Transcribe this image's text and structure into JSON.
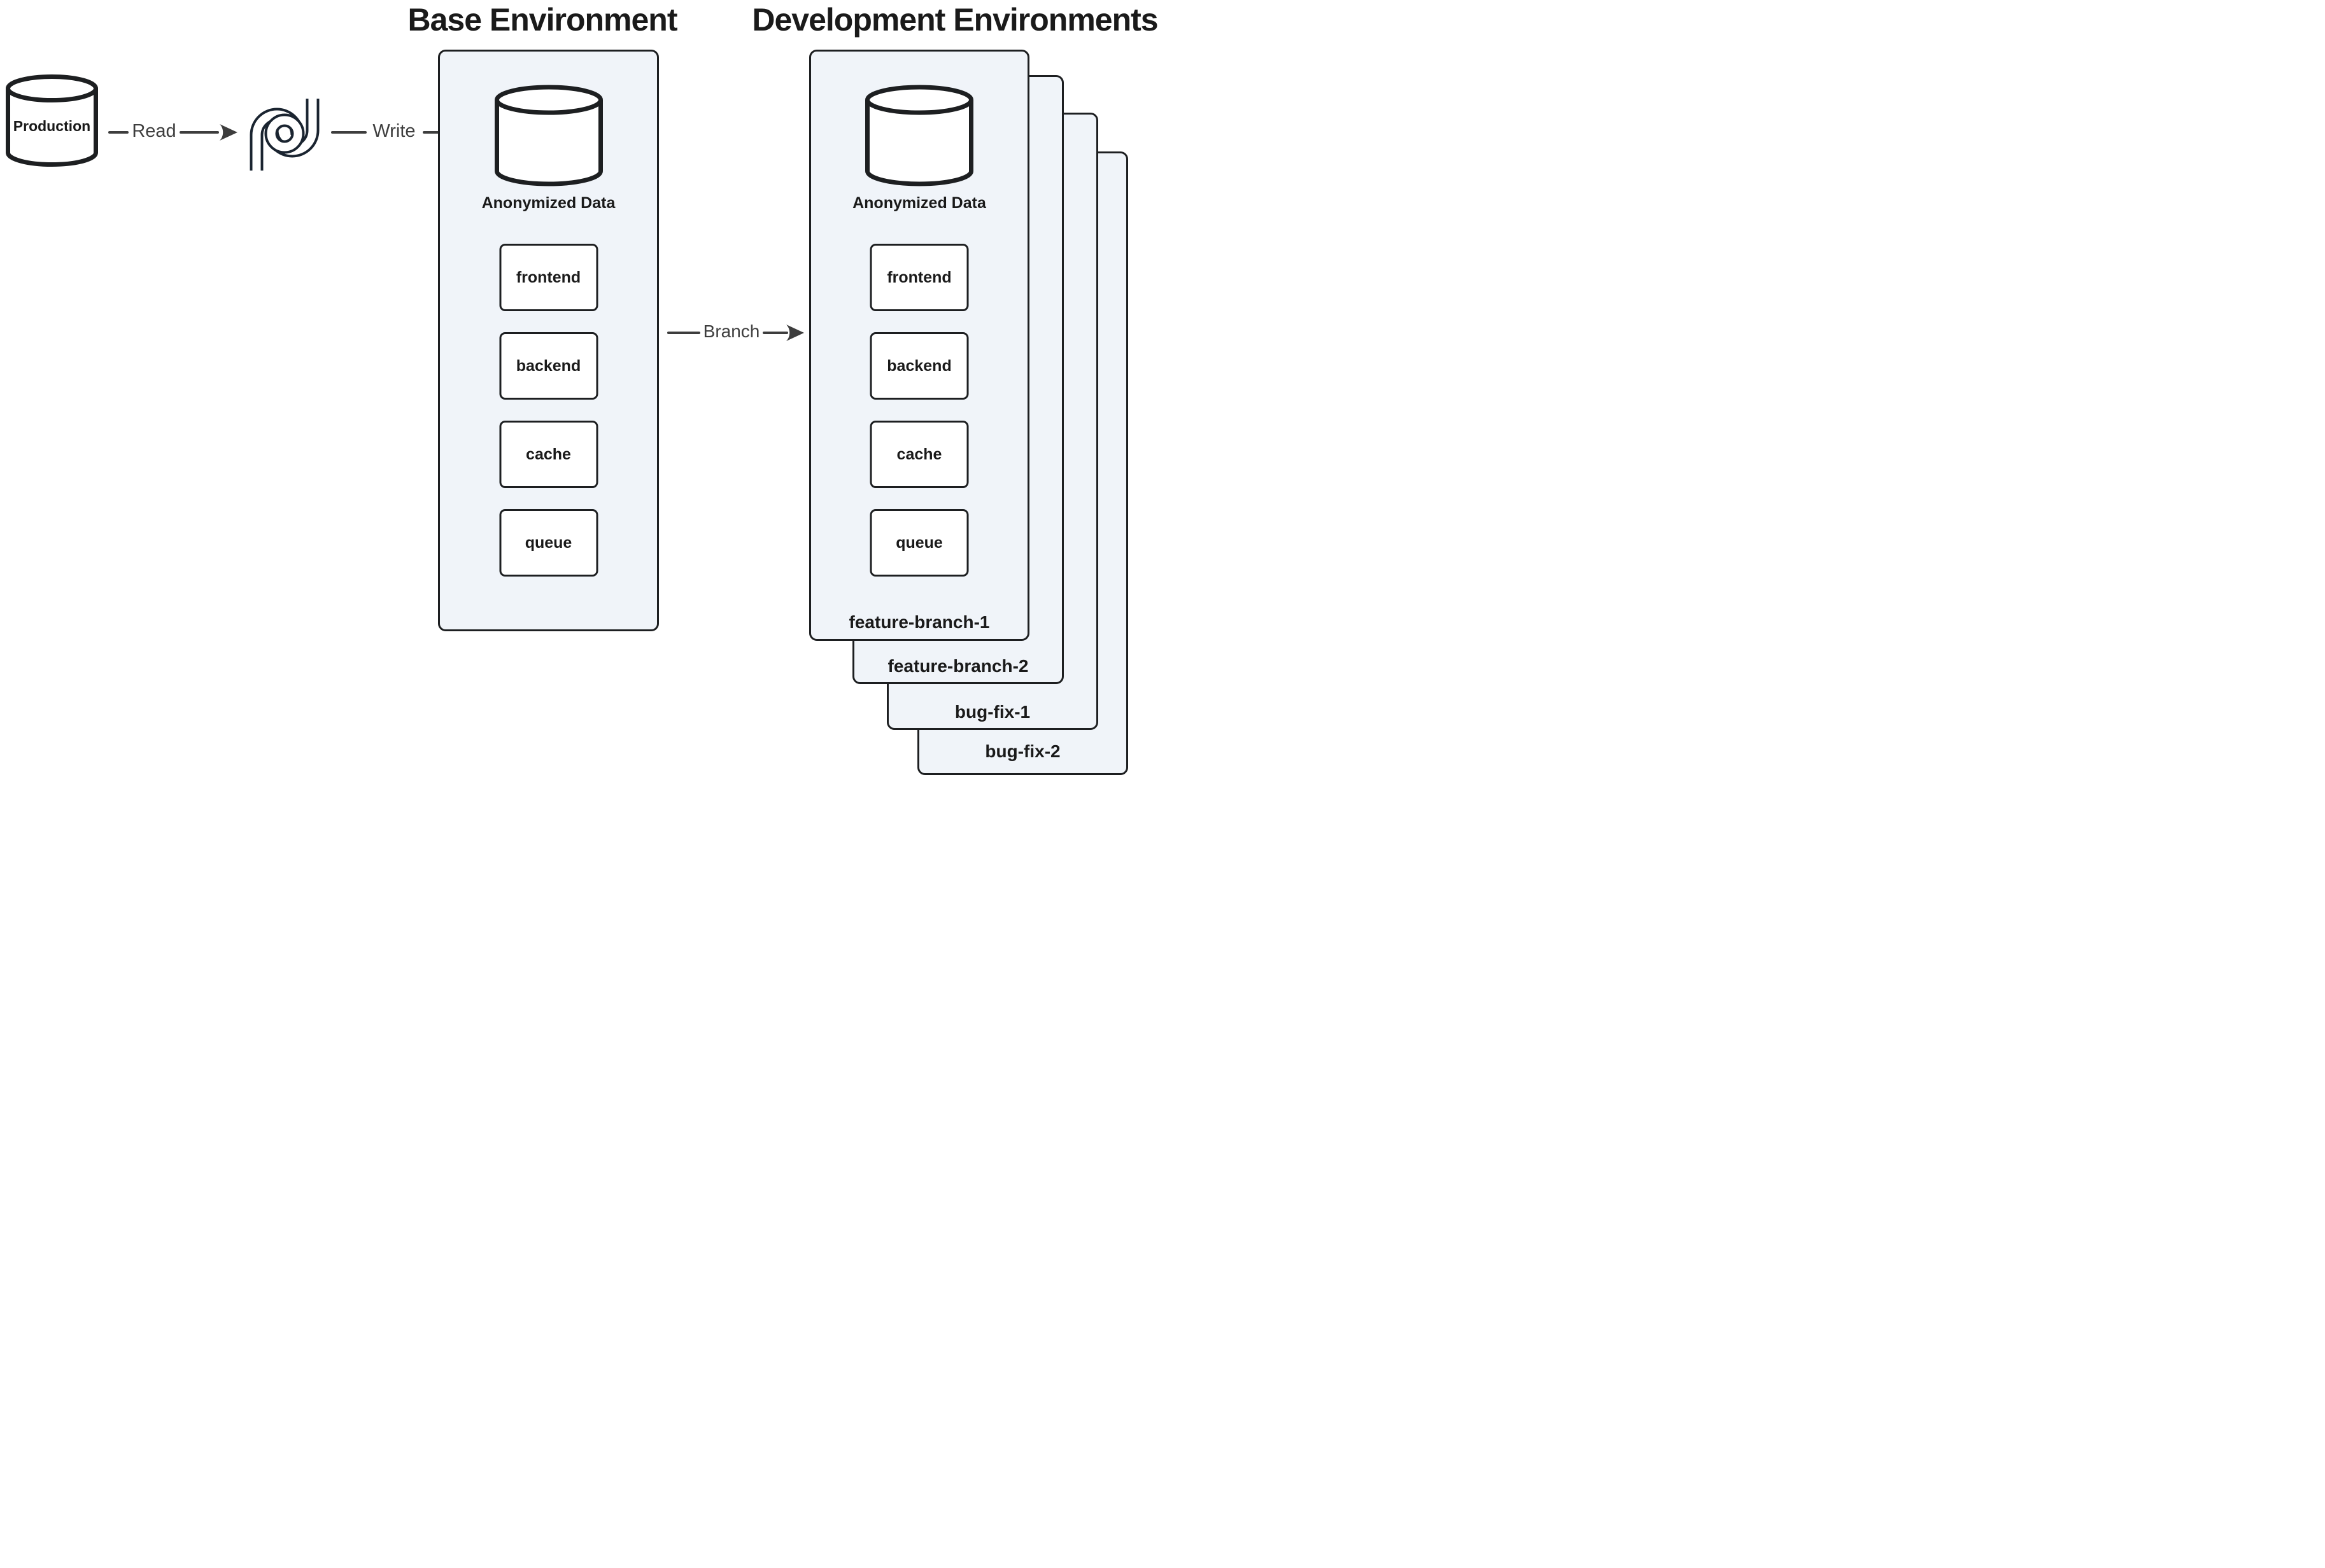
{
  "titles": {
    "base": "Base Environment",
    "dev": "Development Environments"
  },
  "production": {
    "label": "Production"
  },
  "edges": {
    "read": "Read",
    "write": "Write",
    "branch": "Branch"
  },
  "base_env": {
    "db_label": "Anonymized Data",
    "services": [
      "frontend",
      "backend",
      "cache",
      "queue"
    ]
  },
  "dev_env": {
    "front_card": {
      "db_label": "Anonymized Data",
      "services": [
        "frontend",
        "backend",
        "cache",
        "queue"
      ],
      "label": "feature-branch-1"
    },
    "stacked_cards": [
      "feature-branch-2",
      "bug-fix-1",
      "bug-fix-2"
    ]
  },
  "icons": {
    "logo": "interlocked-pipes-logo",
    "database": "database-cylinder-icon",
    "arrowhead": "arrow-right-icon"
  },
  "colors": {
    "bg": "#ffffff",
    "fill": "#f0f4f9",
    "border": "#1d1f21",
    "text": "#1a1a1a",
    "edge": "#3d3d3d",
    "edge-text": "#3e3e3e",
    "logo": "#1a2430",
    "node-bg": "#ffffff"
  }
}
